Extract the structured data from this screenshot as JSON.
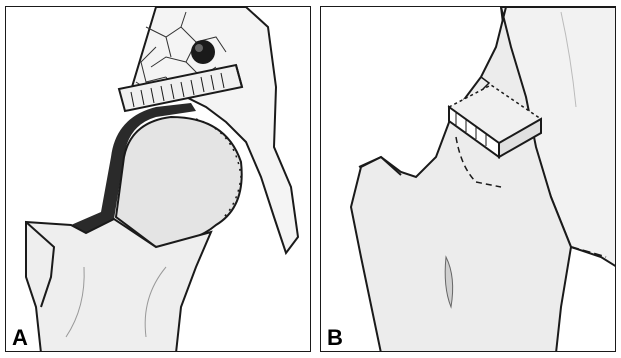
{
  "panels": [
    {
      "id": "A",
      "label": "A"
    },
    {
      "id": "B",
      "label": "B"
    }
  ],
  "colors": {
    "ink": "#1a1a1a",
    "bone_shading": "#d9d9d9",
    "cartilage": "#2a2a2a",
    "graft": "#f0f0f0",
    "background": "#ffffff"
  }
}
